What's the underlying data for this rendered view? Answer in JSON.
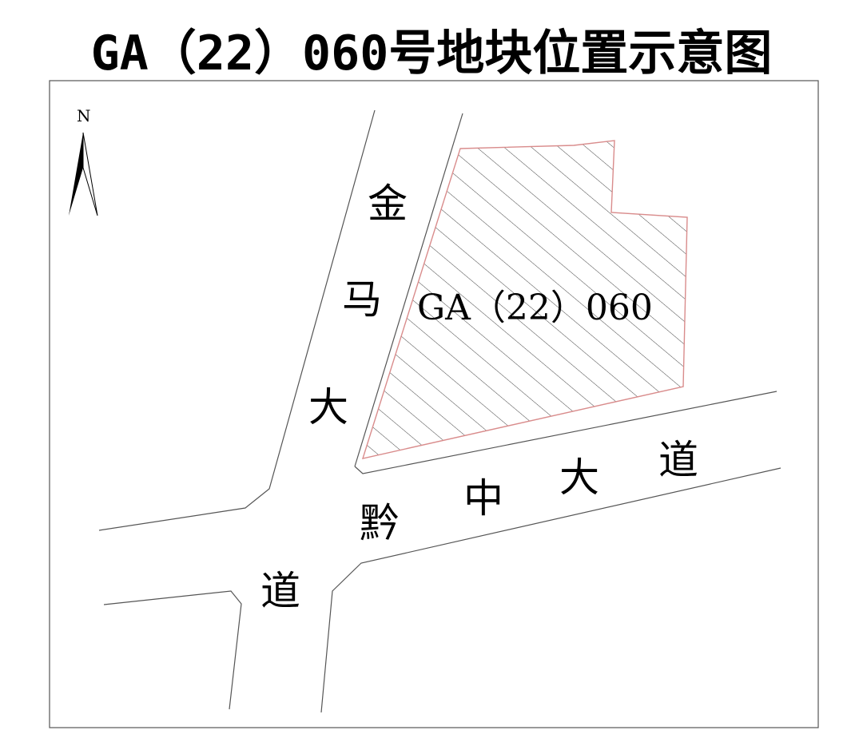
{
  "title": "GA（22）060号地块位置示意图",
  "north_label": "N",
  "parcel_label": "GA（22）060",
  "roads": {
    "jinma": [
      "金",
      "马",
      "大",
      "道"
    ],
    "qianzhong": [
      "黔",
      "中",
      "大",
      "道"
    ]
  },
  "colors": {
    "parcel_outline": "#d98c8c",
    "hatch": "#444444",
    "line": "#555555"
  }
}
